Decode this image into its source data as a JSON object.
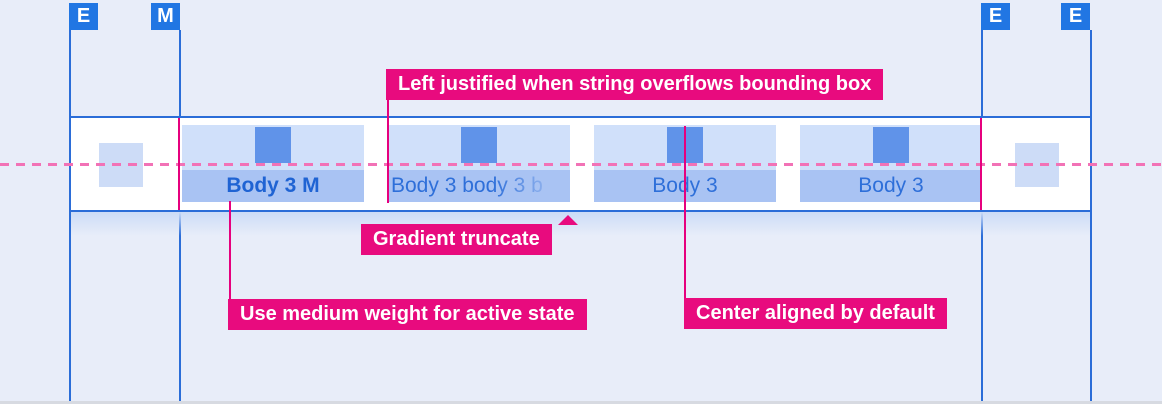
{
  "colors": {
    "background": "#e8edf9",
    "guide_blue": "#2b6dd8",
    "marker_blue": "#2176e3",
    "band_background": "#ffffff",
    "tab_top_background": "#d0e0fa",
    "tab_bottom_background": "#a9c3f3",
    "tab_icon_placeholder": "#6093e9",
    "side_icon_placeholder": "#cddcf7",
    "tab_text": "#2e6fd9",
    "tab_text_active": "#1f63d3",
    "annotation_pink": "#e80b7e",
    "leader_line_pink": "#e6007e",
    "dashed_baseline_pink": "#f272b6"
  },
  "guides": {
    "markers": [
      {
        "label": "E"
      },
      {
        "label": "M"
      },
      {
        "label": "E"
      },
      {
        "label": "E"
      }
    ]
  },
  "tabbar": {
    "tabs": [
      {
        "label": "Body 3 M",
        "state": "active"
      },
      {
        "label": "Body 3 body 3 b",
        "state": "overflow-gradient-truncated"
      },
      {
        "label": "Body 3",
        "state": "default"
      },
      {
        "label": "Body 3",
        "state": "default"
      }
    ]
  },
  "annotations": {
    "overflow": {
      "text": "Left justified when string overflows bounding box"
    },
    "gradient": {
      "text": "Gradient truncate"
    },
    "medium": {
      "text": "Use medium weight for active state"
    },
    "center": {
      "text": "Center aligned by default"
    }
  }
}
